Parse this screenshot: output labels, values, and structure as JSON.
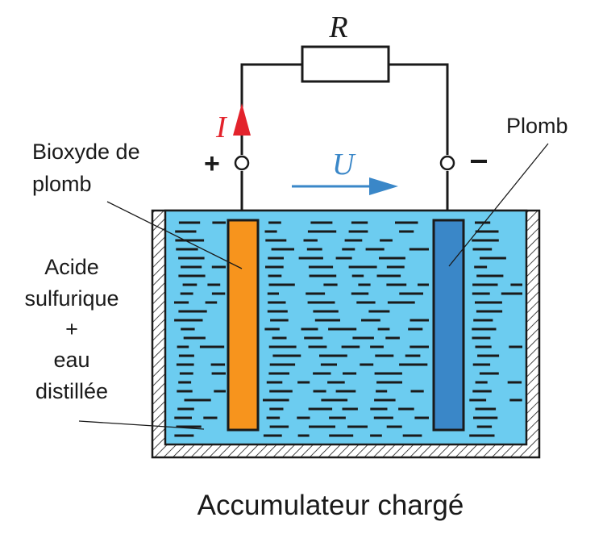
{
  "labels": {
    "resistor": "R",
    "current": "I",
    "voltage": "U",
    "plus": "+",
    "minus": "-",
    "dioxide_line1": "Bioxyde de",
    "dioxide_line2": "plomb",
    "lead": "Plomb",
    "acid_line1": "Acide",
    "acid_line2": "sulfurique",
    "acid_line3": "+",
    "acid_line4": "eau",
    "acid_line5": "distillée",
    "caption": "Accumulateur chargé"
  },
  "colors": {
    "electrolyte": "#6cccf0",
    "positive_plate": "#f7941d",
    "negative_plate": "#3a87c8",
    "current_arrow": "#e3232c",
    "voltage": "#3a87c8",
    "outline": "#1a1a1a"
  }
}
